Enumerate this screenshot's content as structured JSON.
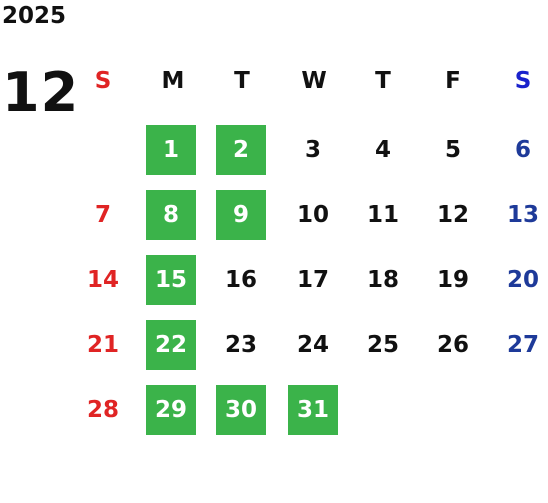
{
  "calendar": {
    "year": "2025",
    "month": "12",
    "weekdays": [
      "S",
      "M",
      "T",
      "W",
      "T",
      "F",
      "S"
    ],
    "highlight_color": "#3bb34a",
    "sunday_color": "#e02424",
    "saturday_color": "#1e3a99",
    "weeks": [
      [
        {
          "d": ""
        },
        {
          "d": "1",
          "hl": true
        },
        {
          "d": "2",
          "hl": true
        },
        {
          "d": "3"
        },
        {
          "d": "4"
        },
        {
          "d": "5"
        },
        {
          "d": "6"
        }
      ],
      [
        {
          "d": "7"
        },
        {
          "d": "8",
          "hl": true
        },
        {
          "d": "9",
          "hl": true
        },
        {
          "d": "10"
        },
        {
          "d": "11"
        },
        {
          "d": "12"
        },
        {
          "d": "13"
        }
      ],
      [
        {
          "d": "14"
        },
        {
          "d": "15",
          "hl": true
        },
        {
          "d": "16"
        },
        {
          "d": "17"
        },
        {
          "d": "18"
        },
        {
          "d": "19"
        },
        {
          "d": "20"
        }
      ],
      [
        {
          "d": "21"
        },
        {
          "d": "22",
          "hl": true
        },
        {
          "d": "23"
        },
        {
          "d": "24"
        },
        {
          "d": "25"
        },
        {
          "d": "26"
        },
        {
          "d": "27"
        }
      ],
      [
        {
          "d": "28"
        },
        {
          "d": "29",
          "hl": true
        },
        {
          "d": "30",
          "hl": true
        },
        {
          "d": "31",
          "hl": true
        },
        {
          "d": ""
        },
        {
          "d": ""
        },
        {
          "d": ""
        }
      ]
    ]
  }
}
